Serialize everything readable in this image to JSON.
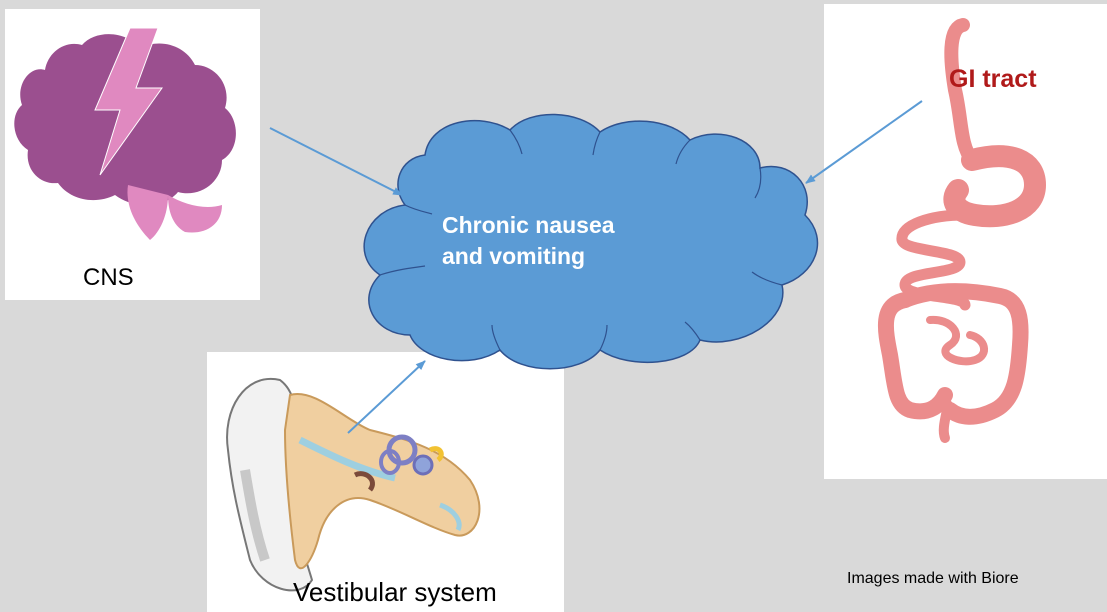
{
  "labels": {
    "cns": "CNS",
    "gi_tract": "GI tract",
    "vestibular": "Vestibular system",
    "cloud_line1": "Chronic nausea",
    "cloud_line2": "and vomiting",
    "credit": "Images made with Biore"
  },
  "icons": {
    "brain": "brain-with-lightning-icon",
    "gut": "digestive-tract-icon",
    "ear": "inner-ear-anatomy-icon"
  },
  "colors": {
    "background": "#d9d9d9",
    "cloud_fill": "#5b9bd5",
    "arrow": "#5b9bd5",
    "gi_label": "#b01a1a",
    "brain": "#9b4f8f",
    "lightning": "#e089c0",
    "gut": "#eb8c8c"
  }
}
